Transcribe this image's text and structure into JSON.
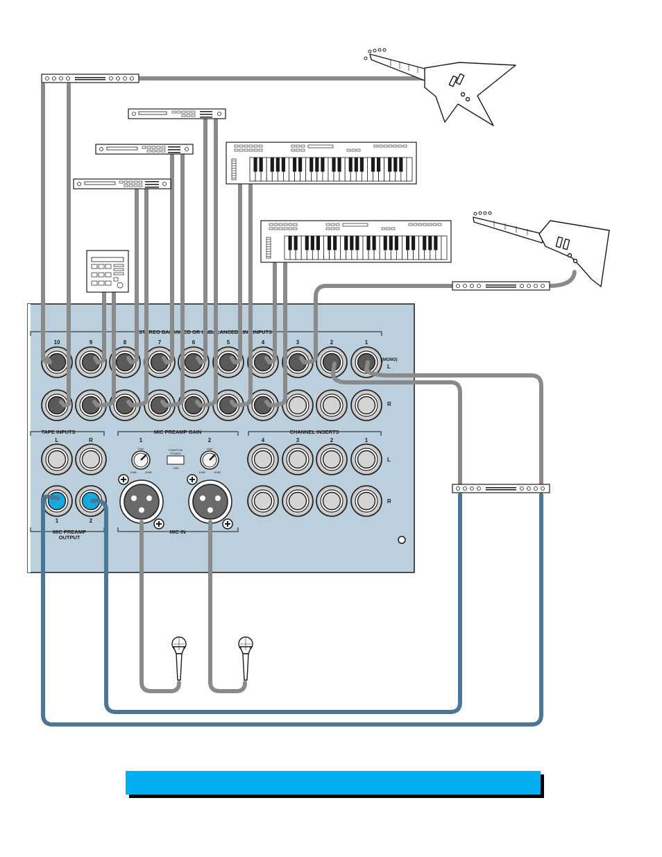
{
  "sections": {
    "line_inputs": "STEREO BALANCED OR UNBALANCED LINE INPUTS",
    "tape_inputs": "TAPE INPUTS",
    "mic_preamp_gain": "MIC PREAMP GAIN",
    "channel_inserts": "CHANNEL INSERTS",
    "mic_in": "MIC IN",
    "mic_preamp_output_1": "MIC PREAMP",
    "mic_preamp_output_2": "OUTPUT"
  },
  "line_input_numbers": [
    "10",
    "9",
    "8",
    "7",
    "6",
    "5",
    "4",
    "3",
    "2",
    "1"
  ],
  "mono_label": "(MONO)",
  "side_labels": {
    "left": "L",
    "right": "R"
  },
  "tape_labels": [
    "L",
    "R"
  ],
  "mic_preamp_numbers": [
    "1",
    "2"
  ],
  "gain_knob": {
    "top": "Gain",
    "min": "10dB",
    "max": "60dB"
  },
  "phantom": {
    "line1": "PHANTOM",
    "line2": "POWER",
    "line3": "+48V"
  },
  "insert_numbers": [
    "4",
    "3",
    "2",
    "1"
  ],
  "output_numbers": [
    "1",
    "2"
  ],
  "colors": {
    "panel": "#bccfdd",
    "cable_gray": "#8a8a8a",
    "cable_blue": "#4a7797",
    "jack_active": "#5a5a5a",
    "jack_output": "#16a9e0",
    "banner": "#00aeef"
  }
}
